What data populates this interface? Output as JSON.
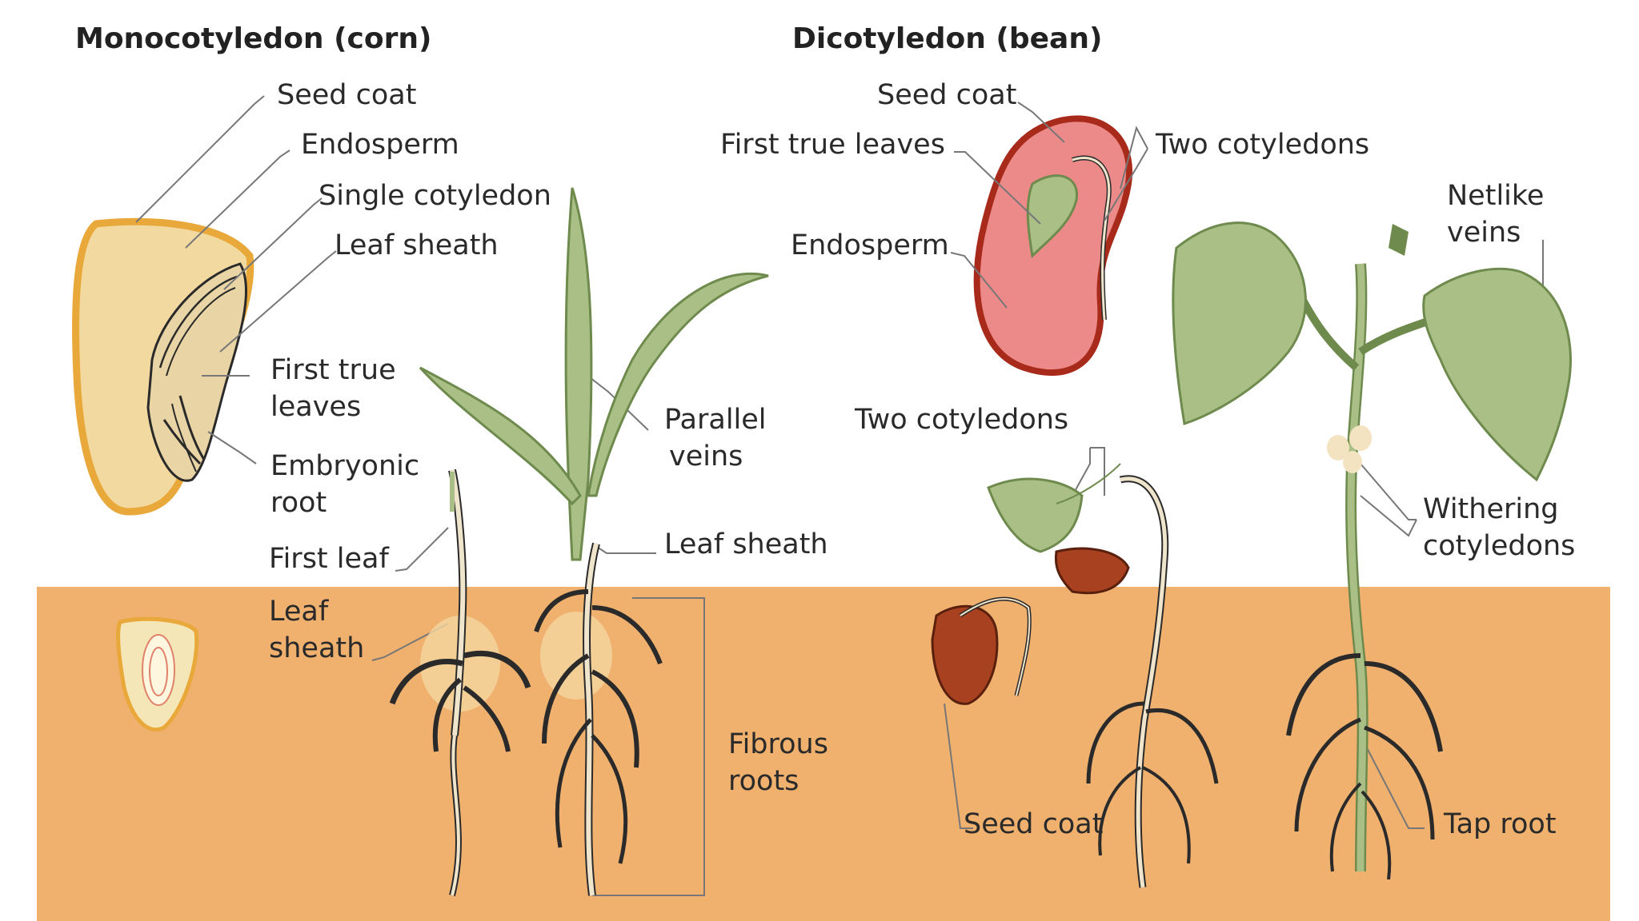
{
  "titles": {
    "mono": "Monocotyledon (corn)",
    "dicot": "Dicotyledon (bean)"
  },
  "mono_labels": {
    "seed_coat": "Seed coat",
    "endosperm": "Endosperm",
    "single_cotyledon": "Single cotyledon",
    "leaf_sheath_top": "Leaf sheath",
    "first_true_leaves": [
      "First true",
      "leaves"
    ],
    "embryonic_root": [
      "Embryonic",
      "root"
    ],
    "first_leaf": "First leaf",
    "leaf_sheath_soil": [
      "Leaf",
      "sheath"
    ],
    "parallel_veins": [
      "Parallel",
      "veins"
    ],
    "leaf_sheath_plant": "Leaf sheath",
    "fibrous_roots": [
      "Fibrous",
      "roots"
    ]
  },
  "dicot_labels": {
    "seed_coat_top": "Seed coat",
    "first_true_leaves": "First true leaves",
    "two_cotyledons_top": "Two cotyledons",
    "endosperm": "Endosperm",
    "netlike_veins": [
      "Netlike",
      "veins"
    ],
    "two_cotyledons_mid": "Two cotyledons",
    "withering_cotyledons": [
      "Withering",
      "cotyledons"
    ],
    "seed_coat_bottom": "Seed coat",
    "tap_root": "Tap root"
  },
  "colors": {
    "soil": "#f0b06e",
    "corn_kernel": "#f2d9a0",
    "corn_rim": "#e9a83a",
    "bean_flesh": "#ec8a8a",
    "bean_rim": "#a82a1a",
    "leaf_green": "#a9bf86",
    "leaf_stroke": "#6e8a4c",
    "root_fill": "#efe4cc",
    "seed_brown": "#a8411f"
  }
}
